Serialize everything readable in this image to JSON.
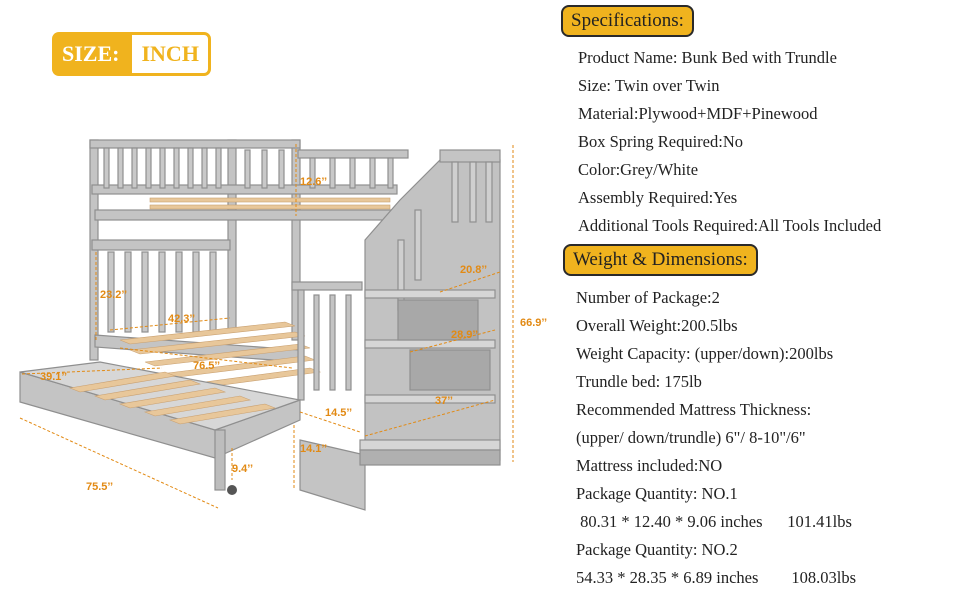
{
  "size_badge": {
    "label": "SIZE:",
    "unit": "INCH"
  },
  "dimensions": {
    "guardrail_height": "12.6’’",
    "headboard_height": "23.2’’",
    "bed_width": "42.3’’",
    "bed_length": "76.5’’",
    "trundle_width": "39.1’’",
    "trundle_length": "75.5’’",
    "trundle_height": "9.4’’",
    "step_height": "14.1’’",
    "stair_width": "14.5’’",
    "stair_top_depth": "20.8’’",
    "stair_mid_depth": "28.9’’",
    "stair_base_depth": "37’’",
    "total_height": "66.9’’"
  },
  "specifications": {
    "heading": "Specifications:",
    "lines": [
      "Product Name: Bunk Bed with Trundle",
      "Size: Twin over Twin",
      "Material:Plywood+MDF+Pinewood",
      "Box Spring Required:No",
      "Color:Grey/White",
      "Assembly Required:Yes",
      "Additional Tools Required:All Tools Included"
    ]
  },
  "weight_dimensions": {
    "heading": "Weight & Dimensions:",
    "lines": [
      "Number of Package:2",
      "Overall Weight:200.5lbs",
      "Weight Capacity: (upper/down):200lbs",
      "Trundle bed: 175lb",
      "Recommended Mattress Thickness:",
      "(upper/ down/trundle) 6\"/ 8-10\"/6\"",
      "Mattress included:NO",
      "Package Quantity:  NO.1",
      " 80.31 * 12.40 * 9.06 inches      101.41lbs",
      "Package Quantity:  NO.2",
      "54.33 * 28.35 * 6.89 inches        108.03lbs"
    ]
  },
  "colors": {
    "accent": "#f0b31e",
    "dimension": "#e28a14",
    "frame": "#b9b9b9",
    "slat": "#e8c79a"
  }
}
